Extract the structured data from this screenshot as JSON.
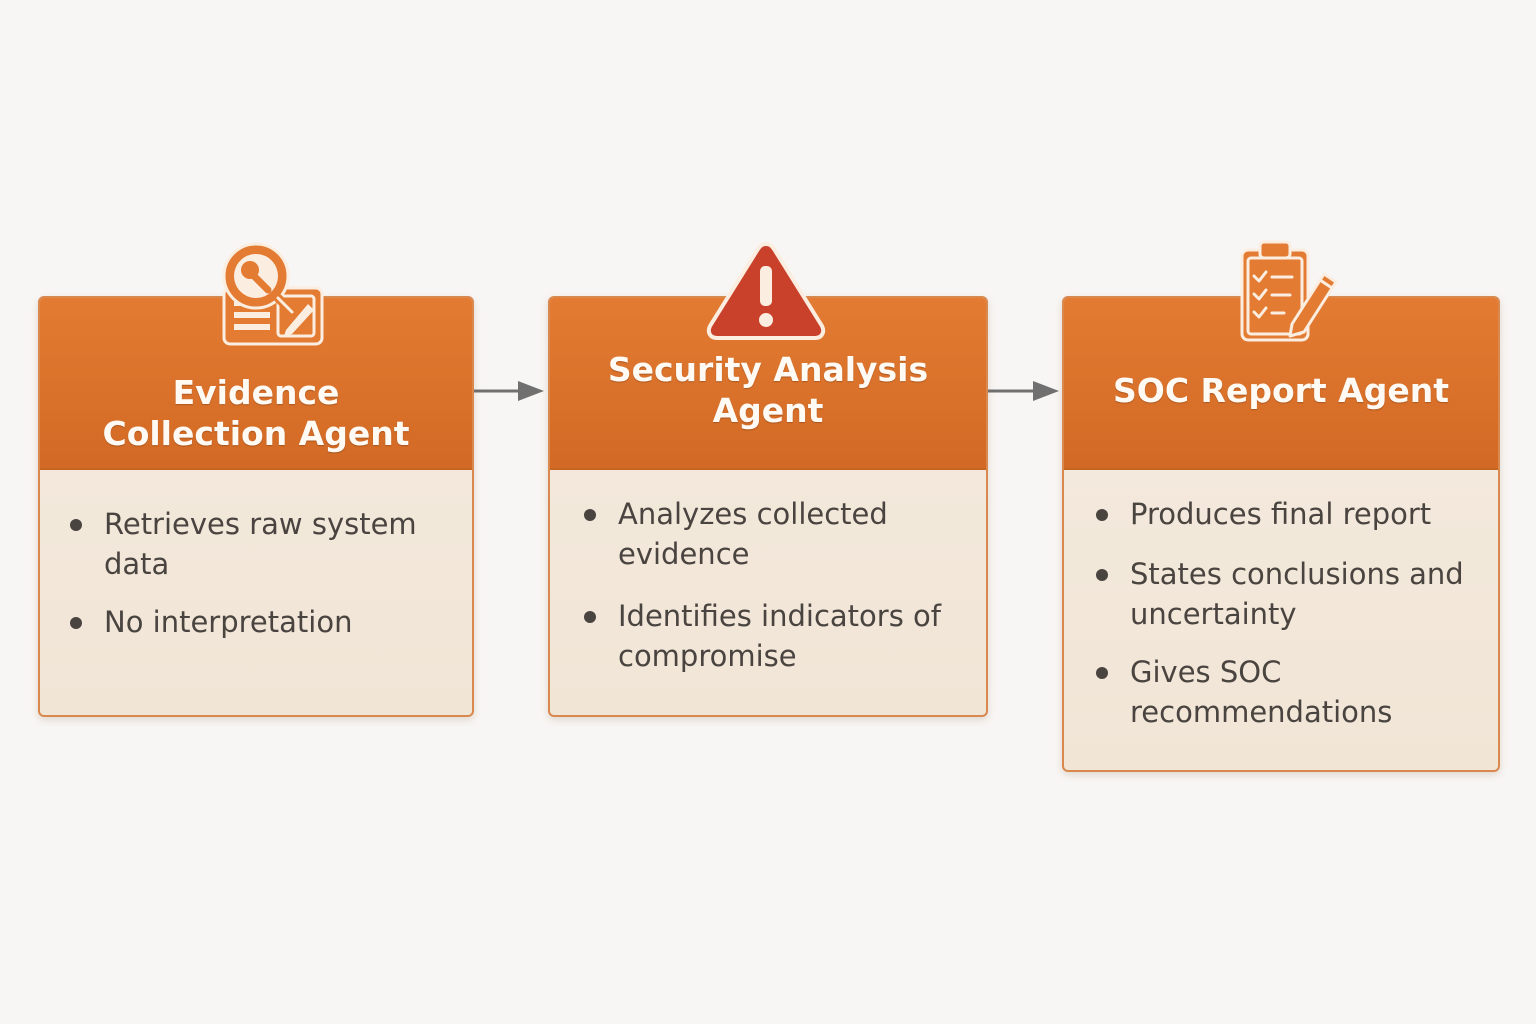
{
  "colors": {
    "accent": "#d97431",
    "header_text": "#fffaf3",
    "body_text": "#4a4440",
    "card_body": "#f3e9dc",
    "warning": "#c9412b",
    "arrow": "#707070"
  },
  "cards": [
    {
      "icon": "magnifier-document-icon",
      "title": "Evidence Collection Agent",
      "bullets": [
        "Retrieves raw system data",
        "No interpretation"
      ]
    },
    {
      "icon": "warning-icon",
      "title": "Security Analysis Agent",
      "bullets": [
        "Analyzes collected evidence",
        "Identifies indicators of compromise"
      ]
    },
    {
      "icon": "clipboard-checklist-icon",
      "title": "SOC Report Agent",
      "bullets": [
        "Produces final report",
        "States conclusions and uncertainty",
        "Gives SOC recommendations"
      ]
    }
  ]
}
